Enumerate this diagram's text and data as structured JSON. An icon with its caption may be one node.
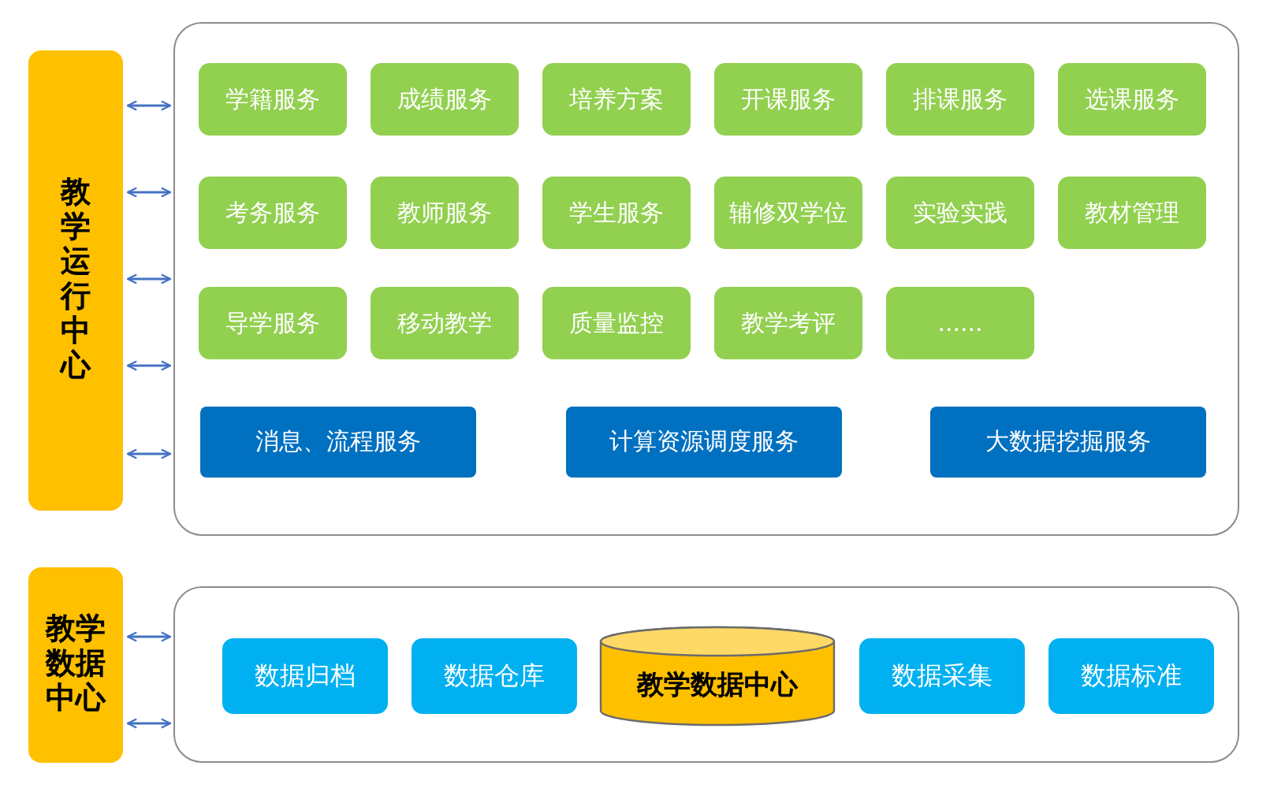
{
  "diagram": {
    "nodes": [
      {
        "text": [
          "教学运行中心"
        ]
      },
      {
        "text": [],
        "shape": "box"
      },
      {
        "text": [
          "学籍服务"
        ],
        "in": 1
      },
      {
        "text": [
          "成绩服务"
        ],
        "in": 1
      },
      {
        "text": [
          "培养方案"
        ],
        "in": 1
      },
      {
        "text": [
          "开课服务"
        ],
        "in": 1
      },
      {
        "text": [
          "排课服务"
        ],
        "in": 1
      },
      {
        "text": [
          "选课服务"
        ],
        "in": 1
      },
      {
        "text": [
          "考务服务"
        ],
        "in": 1
      },
      {
        "text": [
          "教师服务"
        ],
        "in": 1
      },
      {
        "text": [
          "学生服务"
        ],
        "in": 1
      },
      {
        "text": [
          "辅修双学位"
        ],
        "in": 1
      },
      {
        "text": [
          "实验实践"
        ],
        "in": 1
      },
      {
        "text": [
          "教材管理"
        ],
        "in": 1
      },
      {
        "text": [
          "导学服务"
        ],
        "in": 1
      },
      {
        "text": [
          "移动教学"
        ],
        "in": 1
      },
      {
        "text": [
          "质量监控"
        ],
        "in": 1
      },
      {
        "text": [
          "教学考评"
        ],
        "in": 1
      },
      {
        "text": [
          "......"
        ],
        "in": 1
      },
      {
        "text": [
          "消息、流程服务"
        ],
        "in": 1
      },
      {
        "text": [
          "计算资源调度服务"
        ],
        "in": 1
      },
      {
        "text": [
          "大数据挖掘服务"
        ],
        "in": 1
      },
      {
        "text": [
          "教学数据中心"
        ]
      },
      {
        "text": [],
        "shape": "box"
      },
      {
        "text": [
          "数据归档"
        ],
        "in": 23
      },
      {
        "text": [
          "数据仓库"
        ],
        "in": 23
      },
      {
        "text": [
          "教学数据中心"
        ],
        "in": 23
      },
      {
        "text": [
          "数据采集"
        ],
        "in": 23
      },
      {
        "text": [
          "数据标准"
        ],
        "in": 23
      }
    ],
    "edges": [
      {
        "from": 0,
        "to": 1,
        "arrow": "both"
      },
      {
        "from": 0,
        "to": 1,
        "arrow": "both"
      },
      {
        "from": 0,
        "to": 1,
        "arrow": "both"
      },
      {
        "from": 0,
        "to": 1,
        "arrow": "both"
      },
      {
        "from": 0,
        "to": 1,
        "arrow": "both"
      },
      {
        "from": 22,
        "to": 23,
        "arrow": "both"
      },
      {
        "from": 22,
        "to": 23,
        "arrow": "both"
      }
    ]
  }
}
